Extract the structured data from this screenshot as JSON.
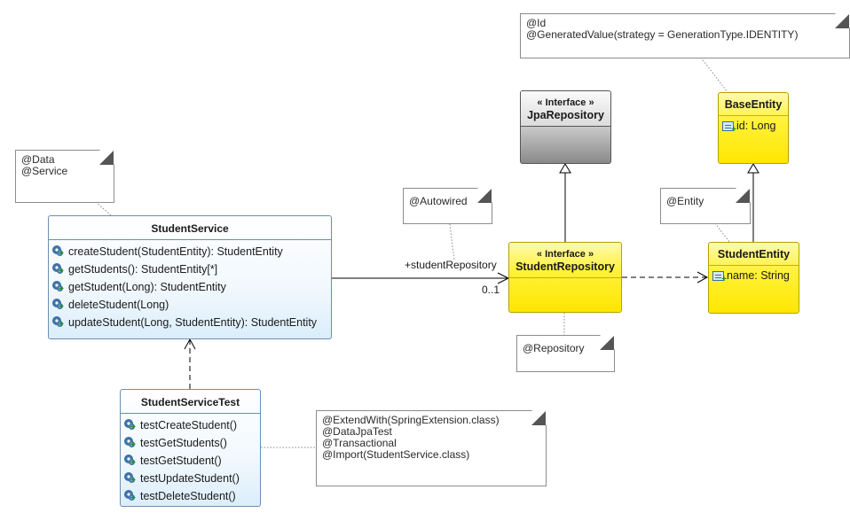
{
  "notes": {
    "student_service": [
      "@Data",
      "@Service"
    ],
    "autowired": [
      "@Autowired"
    ],
    "repository": [
      "@Repository"
    ],
    "entity": [
      "@Entity"
    ],
    "base_entity": [
      "@Id",
      "@GeneratedValue(strategy = GenerationType.IDENTITY)"
    ],
    "test": [
      "@ExtendWith(SpringExtension.class)",
      "@DataJpaTest",
      "@Transactional",
      "@Import(StudentService.class)"
    ]
  },
  "classes": {
    "student_service": {
      "name": "StudentService",
      "operations": [
        "createStudent(StudentEntity): StudentEntity",
        "getStudents(): StudentEntity[*]",
        "getStudent(Long): StudentEntity",
        "deleteStudent(Long)",
        "updateStudent(Long, StudentEntity): StudentEntity"
      ]
    },
    "student_service_test": {
      "name": "StudentServiceTest",
      "operations": [
        "testCreateStudent()",
        "testGetStudents()",
        "testGetStudent()",
        "testUpdateStudent()",
        "testDeleteStudent()"
      ]
    },
    "jpa_repository": {
      "stereotype": "« Interface »",
      "name": "JpaRepository"
    },
    "student_repository": {
      "stereotype": "« Interface »",
      "name": "StudentRepository"
    },
    "base_entity": {
      "name": "BaseEntity",
      "attribute": "id: Long"
    },
    "student_entity": {
      "name": "StudentEntity",
      "attribute": "name: String"
    }
  },
  "edges": {
    "association_role": "+studentRepository",
    "association_multiplicity": "0..1"
  },
  "colors": {
    "interface_fill": "#ffe600",
    "class_fill": "#dbeefb",
    "abstract_fill": "#8a8a8a",
    "line": "#000000"
  }
}
